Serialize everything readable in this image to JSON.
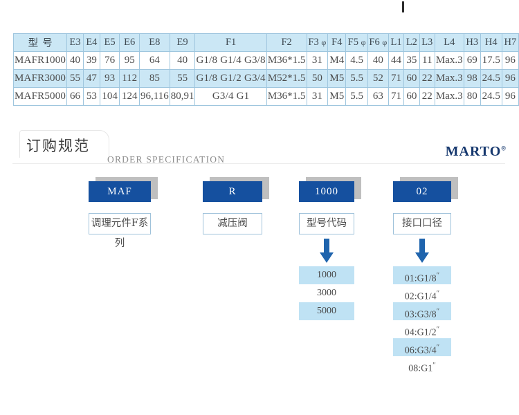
{
  "spec_table": {
    "headers": [
      "型　号",
      "E3",
      "E4",
      "E5",
      "E6",
      "E8",
      "E9",
      "F1",
      "F2",
      "F3 φ",
      "F4",
      "F5 φ",
      "F6 φ",
      "L1",
      "L2",
      "L3",
      "L4",
      "H3",
      "H4",
      "H7"
    ],
    "rows": [
      {
        "cells": [
          "MAFR1000",
          "40",
          "39",
          "76",
          "95",
          "64",
          "40",
          "G1/8 G1/4 G3/8",
          "M36*1.5",
          "31",
          "M4",
          "4.5",
          "40",
          "44",
          "35",
          "11",
          "Max.3",
          "69",
          "17.5",
          "96"
        ],
        "highlight": false
      },
      {
        "cells": [
          "MAFR3000",
          "55",
          "47",
          "93",
          "112",
          "85",
          "55",
          "G1/8 G1/2 G3/4",
          "M52*1.5",
          "50",
          "M5",
          "5.5",
          "52",
          "71",
          "60",
          "22",
          "Max.3",
          "98",
          "24.5",
          "96"
        ],
        "highlight": true
      },
      {
        "cells": [
          "MAFR5000",
          "66",
          "53",
          "104",
          "124",
          "96,116",
          "80,91",
          "G3/4 G1",
          "M36*1.5",
          "31",
          "M5",
          "5.5",
          "63",
          "71",
          "60",
          "22",
          "Max.3",
          "80",
          "24.5",
          "96"
        ],
        "highlight": false
      }
    ]
  },
  "section": {
    "title_cn": "订购规范",
    "title_en": "ORDER SPECIFICATION",
    "brand": "MARTO",
    "brand_mark": "®"
  },
  "flow": {
    "columns": [
      {
        "code": "MAF",
        "label": "调理元件F系列",
        "has_arrow": false,
        "options": []
      },
      {
        "code": "R",
        "label": "减压阀",
        "has_arrow": false,
        "options": []
      },
      {
        "code": "1000",
        "label": "型号代码",
        "has_arrow": true,
        "options": [
          {
            "text": "1000",
            "highlight": true
          },
          {
            "text": "3000",
            "highlight": false
          },
          {
            "text": "5000",
            "highlight": true
          }
        ]
      },
      {
        "code": "02",
        "label": "接口口径",
        "has_arrow": true,
        "options": [
          {
            "text": "01:G1/8",
            "sup": "″",
            "highlight": true
          },
          {
            "text": "02:G1/4",
            "sup": "″",
            "highlight": false
          },
          {
            "text": "03:G3/8",
            "sup": "″",
            "highlight": true
          },
          {
            "text": "04:G1/2",
            "sup": "″",
            "highlight": false
          },
          {
            "text": "06:G3/4",
            "sup": "″",
            "highlight": true
          },
          {
            "text": "08:G1",
            "sup": "″",
            "highlight": false
          }
        ]
      }
    ]
  },
  "colors": {
    "table_header_blue": "#cbe7f5",
    "table_border": "#9fc6de",
    "code_blue": "#15509f",
    "option_highlight": "#bfe2f4",
    "brand_navy": "#16386e",
    "arrow_blue": "#1f64ad"
  }
}
